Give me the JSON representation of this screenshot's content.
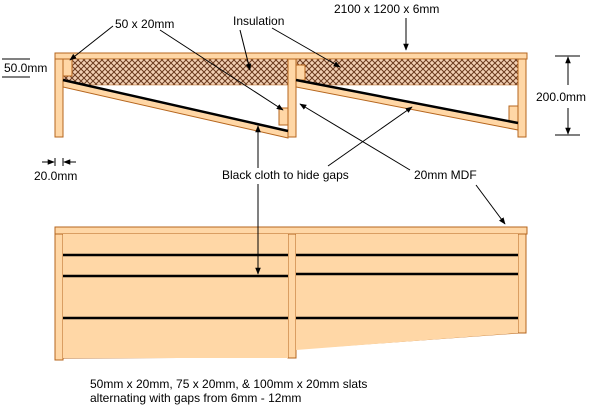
{
  "colors": {
    "wood_fill": "#FFD7A6",
    "wood_stroke": "#B5651D",
    "cloth": "#000000",
    "insulation_hatch": "#6b3b1f",
    "insulation_bg": "#f2d0b4",
    "line": "#000000"
  },
  "labels": {
    "batten": "50 x 20mm",
    "insulation": "Insulation",
    "board": "2100 x 1200 x 6mm",
    "dim_top": "50.0mm",
    "dim_side": "200.0mm",
    "dim_gap": "20.0mm",
    "cloth": "Black cloth to hide gaps",
    "mdf": "20mm MDF"
  },
  "notes": [
    "50mm x 20mm, 75 x 20mm,  & 100mm x 20mm slats",
    "alternating with gaps from 6mm - 12mm"
  ]
}
